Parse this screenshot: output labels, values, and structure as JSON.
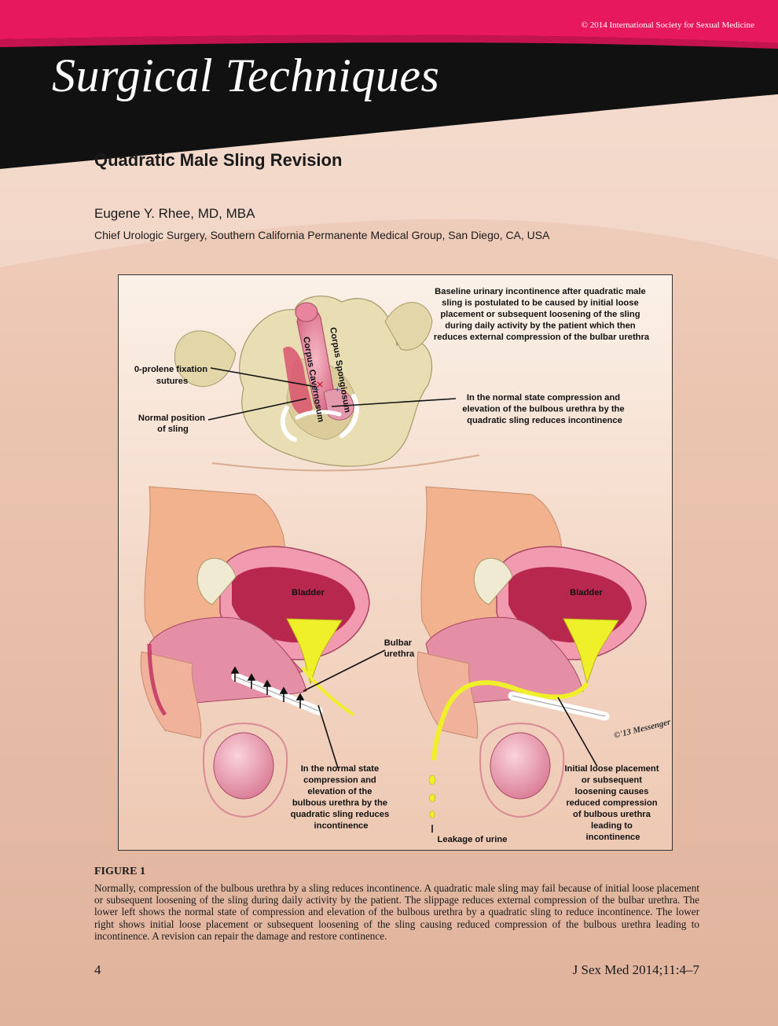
{
  "header": {
    "copyright": "© 2014 International Society for Sexual Medicine",
    "journal_title": "Surgical Techniques"
  },
  "article": {
    "title": "Quadratic Male Sling Revision",
    "author": "Eugene Y. Rhee, MD, MBA",
    "affiliation": "Chief Urologic Surgery, Southern California Permanente Medical Group, San Diego, CA, USA"
  },
  "figure": {
    "labels": {
      "baseline_note": [
        "Baseline urinary incontinence after quadratic male",
        "sling is postulated to be caused by initial loose",
        "placement or subsequent loosening of the sling",
        "during daily activity by the patient which then",
        "reduces external compression of the bulbar urethra"
      ],
      "fixation_sutures": [
        "0-prolene fixation",
        "sutures"
      ],
      "normal_position": [
        "Normal position",
        "of sling"
      ],
      "normal_state_top": [
        "In the normal state compression and",
        "elevation of the bulbous urethra by the",
        "quadratic sling reduces incontinence"
      ],
      "corpus_cavernosum": "Corpus Cavernosum",
      "corpus_spongiosum": "Corpus Spongiosum",
      "bladder_left": "Bladder",
      "bladder_right": "Bladder",
      "bulbar_urethra": [
        "Bulbar",
        "urethra"
      ],
      "normal_state_bottom": [
        "In the normal state",
        "compression and",
        "elevation of the",
        "bulbous urethra by the",
        "quadratic sling reduces",
        "incontinence"
      ],
      "loose_placement": [
        "Initial loose placement",
        "or subsequent",
        "loosening causes",
        "reduced compression",
        "of bulbous urethra",
        "leading to",
        "incontinence"
      ],
      "leakage": "Leakage of urine",
      "artist_signature": "©'13 Messenger"
    }
  },
  "caption": {
    "label": "FIGURE 1",
    "text": "Normally, compression of the bulbous urethra by a sling reduces incontinence. A quadratic male sling may fail because of initial loose placement or subsequent loosening of the sling during daily activity by the patient. The slippage reduces external compression of the bulbar urethra. The lower left shows the normal state of compression and elevation of the bulbous urethra by a quadratic sling to reduce incontinence. The lower right shows initial loose placement or subsequent loosening of the sling causing reduced compression of the bulbous urethra leading to incontinence. A revision can repair the damage and restore continence."
  },
  "footer": {
    "page_number": "4",
    "citation": "J Sex Med 2014;11:4–7"
  }
}
